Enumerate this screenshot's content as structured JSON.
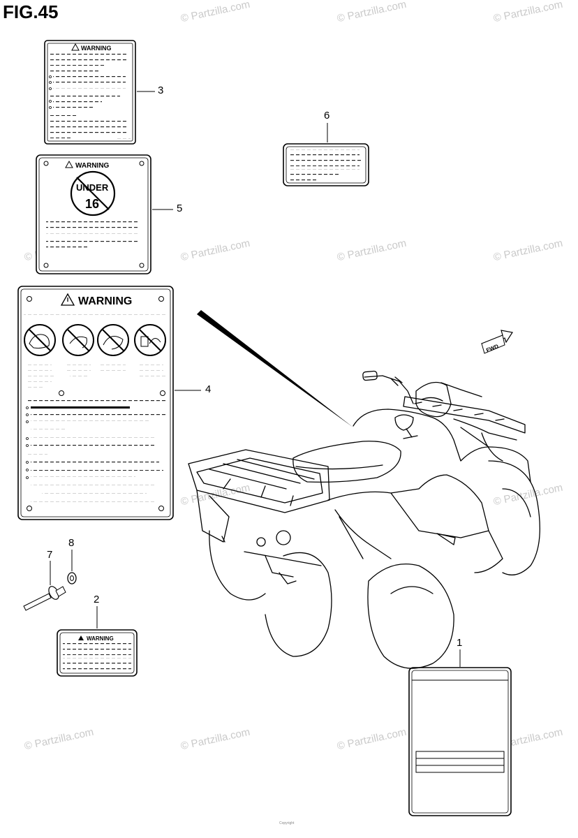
{
  "figure": {
    "title": "FIG.45"
  },
  "labels": {
    "warning_text": "WARNING",
    "under_text": "UNDER",
    "age_text": "16",
    "fwd_text": "FWD"
  },
  "callouts": [
    {
      "id": "c1",
      "number": "1"
    },
    {
      "id": "c2",
      "number": "2"
    },
    {
      "id": "c3",
      "number": "3"
    },
    {
      "id": "c4",
      "number": "4"
    },
    {
      "id": "c5",
      "number": "5"
    },
    {
      "id": "c6",
      "number": "6"
    },
    {
      "id": "c7",
      "number": "7"
    },
    {
      "id": "c8",
      "number": "8"
    }
  ],
  "watermark": {
    "text": "© Partzilla.com"
  },
  "footer": {
    "copyright": "Copyright"
  }
}
